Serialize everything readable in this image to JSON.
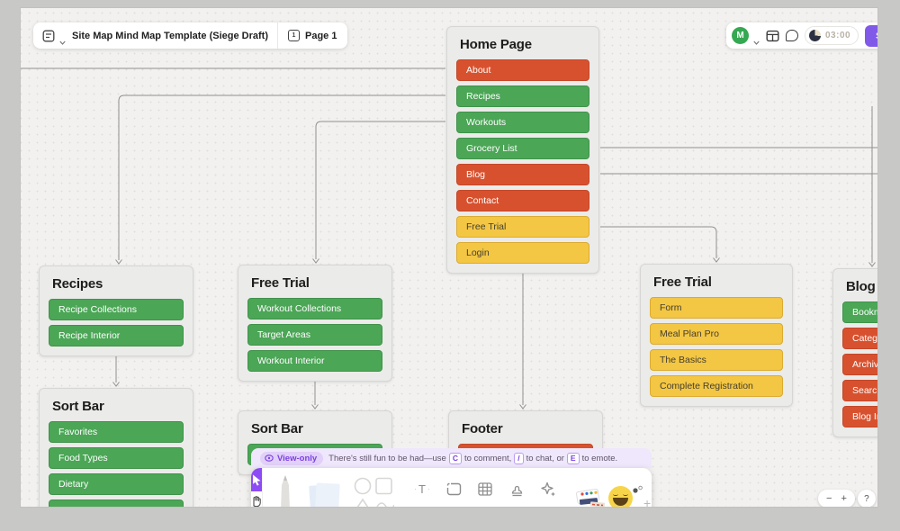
{
  "header": {
    "file_title": "Site Map Mind Map Template (Siege Draft)",
    "page_icon_label": "1",
    "page_label": "Page 1",
    "avatar_initial": "M",
    "timer_value": "03:00",
    "share_label": "Share"
  },
  "banner": {
    "badge": "View-only",
    "text_before": "There's still fun to be had—use",
    "key_comment": "C",
    "text_comment": "to comment,",
    "key_chat": "/",
    "text_chat": "to chat, or",
    "key_emote": "E",
    "text_emote": "to emote."
  },
  "toolbar": {
    "text_tool_label": "T",
    "dot": "·"
  },
  "zoom_controls": {
    "zoom_out": "−",
    "zoom_in": "+",
    "help": "?"
  },
  "nodes": {
    "home": {
      "title": "Home Page",
      "items": [
        {
          "label": "About",
          "color": "red"
        },
        {
          "label": "Recipes",
          "color": "green"
        },
        {
          "label": "Workouts",
          "color": "green"
        },
        {
          "label": "Grocery List",
          "color": "green"
        },
        {
          "label": "Blog",
          "color": "red"
        },
        {
          "label": "Contact",
          "color": "red"
        },
        {
          "label": "Free Trial",
          "color": "yellow"
        },
        {
          "label": "Login",
          "color": "yellow"
        }
      ]
    },
    "recipes": {
      "title": "Recipes",
      "items": [
        {
          "label": "Recipe Collections",
          "color": "green"
        },
        {
          "label": "Recipe Interior",
          "color": "green"
        }
      ]
    },
    "sort_bar_left": {
      "title": "Sort Bar",
      "items": [
        {
          "label": "Favorites",
          "color": "green"
        },
        {
          "label": "Food Types",
          "color": "green"
        },
        {
          "label": "Dietary",
          "color": "green"
        },
        {
          "label": "",
          "color": "green"
        }
      ]
    },
    "free_trial_mid": {
      "title": "Free Trial",
      "items": [
        {
          "label": "Workout Collections",
          "color": "green"
        },
        {
          "label": "Target Areas",
          "color": "green"
        },
        {
          "label": "Workout Interior",
          "color": "green"
        }
      ]
    },
    "sort_bar_mid": {
      "title": "Sort Bar",
      "items": [
        {
          "label": "",
          "color": "green"
        }
      ]
    },
    "footer": {
      "title": "Footer",
      "items": [
        {
          "label": "",
          "color": "red"
        }
      ]
    },
    "free_trial_right": {
      "title": "Free Trial",
      "items": [
        {
          "label": "Form",
          "color": "yellow"
        },
        {
          "label": "Meal Plan Pro",
          "color": "yellow"
        },
        {
          "label": "The Basics",
          "color": "yellow"
        },
        {
          "label": "Complete Registration",
          "color": "yellow"
        }
      ]
    },
    "blog": {
      "title": "Blog",
      "items": [
        {
          "label": "Bookmarks",
          "color": "green"
        },
        {
          "label": "Categories",
          "color": "red"
        },
        {
          "label": "Archives",
          "color": "red"
        },
        {
          "label": "Search",
          "color": "red"
        },
        {
          "label": "Blog Interior",
          "color": "red"
        }
      ]
    }
  },
  "colors": {
    "item_red": "#d8512e",
    "item_green": "#4ba656",
    "item_yellow": "#f3c644",
    "share_purple": "#8159e8",
    "tool_purple": "#8c4bf5",
    "banner_purple": "#efe7fb",
    "avatar_green": "#35a852",
    "canvas": "#f2f1ef",
    "frame_gray": "#c8c8c6"
  }
}
